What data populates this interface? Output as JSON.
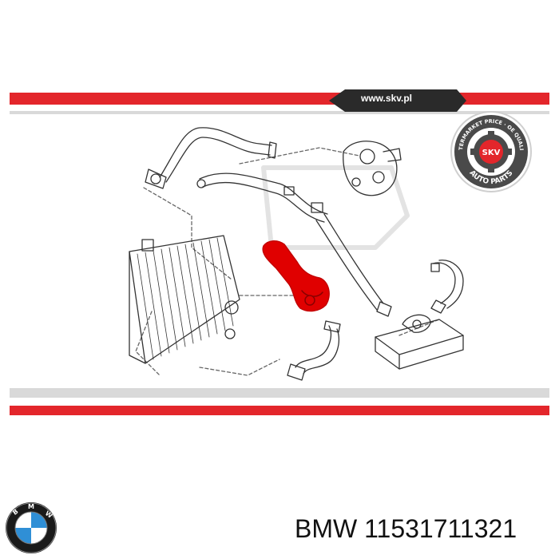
{
  "banner": {
    "url": "www.skv.pl",
    "seal_text_top": "AFTERMARKET PRICE · OE QUALITY",
    "seal_text_bottom": "AUTO PARTS",
    "seal_center": "SKV"
  },
  "colors": {
    "accent_red": "#e3262b",
    "banner_dark": "#2a2a2a",
    "banner_grey": "#d9d9d9",
    "highlight_part": "#e00000",
    "line_art": "#333333"
  },
  "part": {
    "brand": "BMW",
    "number": "11531711321"
  },
  "icons": [
    "skv-seal-logo",
    "bmw-logo-icon",
    "hose-diagram"
  ]
}
